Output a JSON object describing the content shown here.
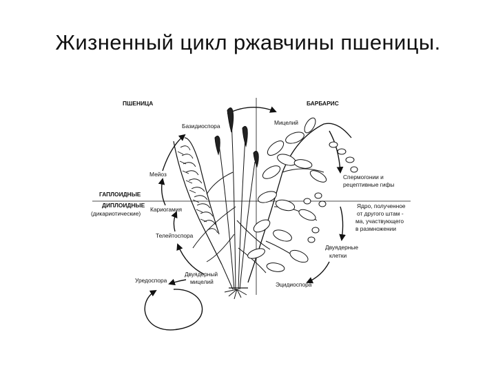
{
  "title": "Жизненный цикл ржавчины пшеницы.",
  "diagram": {
    "hosts": {
      "wheat": "ПШЕНИЦА",
      "barberry": "БАРБАРИС"
    },
    "phases": {
      "haploid": "ГАПЛОИДНЫЕ",
      "diploid": "ДИПЛОИДНЫЕ",
      "diploid_note": "(дикариотические)"
    },
    "stages": {
      "basidiospore": "Базидиоспора",
      "mycelium": "Мицелий",
      "spermogonia_line1": "Спермогонии и",
      "spermogonia_line2": "рецептивные гифы",
      "nucleus_line1": "Ядро, полученное",
      "nucleus_line2": "от другого штам -",
      "nucleus_line3": "ма, участвующего",
      "nucleus_line4": "в размножении",
      "binucleate_cells_line1": "Двуядерные",
      "binucleate_cells_line2": "клетки",
      "aeciospore": "Эцидиоспора",
      "binucleate_mycelium_line1": "Двуядерный",
      "binucleate_mycelium_line2": "мицелий",
      "urediospore": "Уредоспора",
      "teliospore": "Телейтоспора",
      "karyogamy": "Кариогамия",
      "meiosis": "Мейоз"
    }
  }
}
